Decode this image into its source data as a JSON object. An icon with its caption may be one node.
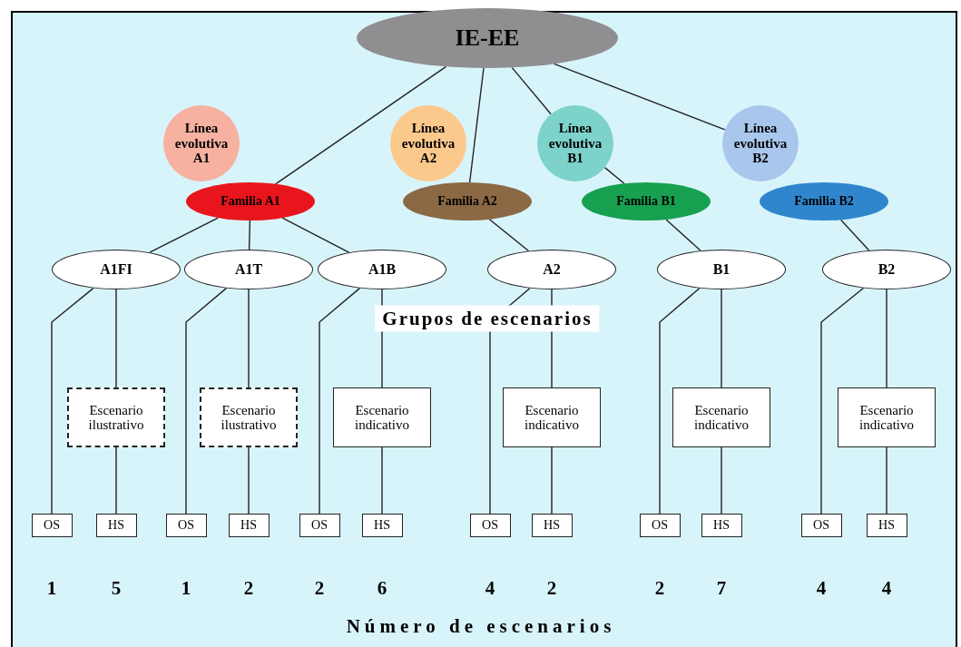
{
  "diagram": {
    "nodes": [
      {
        "text": [
          "IE-EE"
        ]
      },
      {
        "text": [
          "Línea evolutiva A1"
        ]
      },
      {
        "text": [
          "Familia A1"
        ]
      },
      {
        "text": [
          "Línea evolutiva A2"
        ]
      },
      {
        "text": [
          "Familia A2"
        ]
      },
      {
        "text": [
          "Línea evolutiva B1"
        ]
      },
      {
        "text": [
          "Familia B1"
        ]
      },
      {
        "text": [
          "Línea evolutiva B2"
        ]
      },
      {
        "text": [
          "Familia B2"
        ]
      },
      {
        "text": [
          "A1FI"
        ]
      },
      {
        "text": [
          "A1T"
        ]
      },
      {
        "text": [
          "A1B"
        ]
      },
      {
        "text": [
          "A2"
        ]
      },
      {
        "text": [
          "B1"
        ]
      },
      {
        "text": [
          "B2"
        ]
      },
      {
        "text": [
          "Escenario ilustrativo"
        ]
      },
      {
        "text": [
          "Escenario ilustrativo"
        ]
      },
      {
        "text": [
          "Escenario indicativo"
        ]
      },
      {
        "text": [
          "Escenario indicativo"
        ]
      },
      {
        "text": [
          "Escenario indicativo"
        ]
      },
      {
        "text": [
          "Escenario indicativo"
        ]
      },
      {
        "text": [
          "OS"
        ]
      },
      {
        "text": [
          "HS"
        ]
      },
      {
        "text": [
          "OS"
        ]
      },
      {
        "text": [
          "HS"
        ]
      },
      {
        "text": [
          "OS"
        ]
      },
      {
        "text": [
          "HS"
        ]
      },
      {
        "text": [
          "OS"
        ]
      },
      {
        "text": [
          "HS"
        ]
      },
      {
        "text": [
          "OS"
        ]
      },
      {
        "text": [
          "HS"
        ]
      },
      {
        "text": [
          "OS"
        ]
      },
      {
        "text": [
          "HS"
        ]
      }
    ],
    "edges": [
      {
        "from": 0,
        "to": 2,
        "arrow": "none"
      },
      {
        "from": 0,
        "to": 4,
        "arrow": "none"
      },
      {
        "from": 0,
        "to": 5,
        "arrow": "none"
      },
      {
        "from": 5,
        "to": 6,
        "arrow": "none"
      },
      {
        "from": 0,
        "to": 7,
        "arrow": "none"
      },
      {
        "from": 2,
        "to": 9,
        "arrow": "none"
      },
      {
        "from": 2,
        "to": 10,
        "arrow": "none"
      },
      {
        "from": 2,
        "to": 11,
        "arrow": "none"
      },
      {
        "from": 4,
        "to": 12,
        "arrow": "none"
      },
      {
        "from": 6,
        "to": 13,
        "arrow": "none"
      },
      {
        "from": 8,
        "to": 14,
        "arrow": "none"
      },
      {
        "from": 9,
        "to": 21,
        "arrow": "none"
      },
      {
        "from": 9,
        "to": 15,
        "arrow": "none"
      },
      {
        "from": 15,
        "to": 22,
        "arrow": "none"
      },
      {
        "from": 10,
        "to": 23,
        "arrow": "none"
      },
      {
        "from": 10,
        "to": 16,
        "arrow": "none"
      },
      {
        "from": 16,
        "to": 24,
        "arrow": "none"
      },
      {
        "from": 11,
        "to": 25,
        "arrow": "none"
      },
      {
        "from": 11,
        "to": 17,
        "arrow": "none"
      },
      {
        "from": 17,
        "to": 26,
        "arrow": "none"
      },
      {
        "from": 12,
        "to": 27,
        "arrow": "none"
      },
      {
        "from": 12,
        "to": 18,
        "arrow": "none"
      },
      {
        "from": 18,
        "to": 28,
        "arrow": "none"
      },
      {
        "from": 13,
        "to": 29,
        "arrow": "none"
      },
      {
        "from": 13,
        "to": 19,
        "arrow": "none"
      },
      {
        "from": 19,
        "to": 30,
        "arrow": "none"
      },
      {
        "from": 14,
        "to": 31,
        "arrow": "none"
      },
      {
        "from": 14,
        "to": 20,
        "arrow": "none"
      },
      {
        "from": 20,
        "to": 32,
        "arrow": "none"
      }
    ],
    "labels": [
      "Grupos de escenarios",
      "1",
      "5",
      "1",
      "2",
      "2",
      "6",
      "4",
      "2",
      "2",
      "7",
      "4",
      "4",
      "Número de escenarios"
    ]
  }
}
